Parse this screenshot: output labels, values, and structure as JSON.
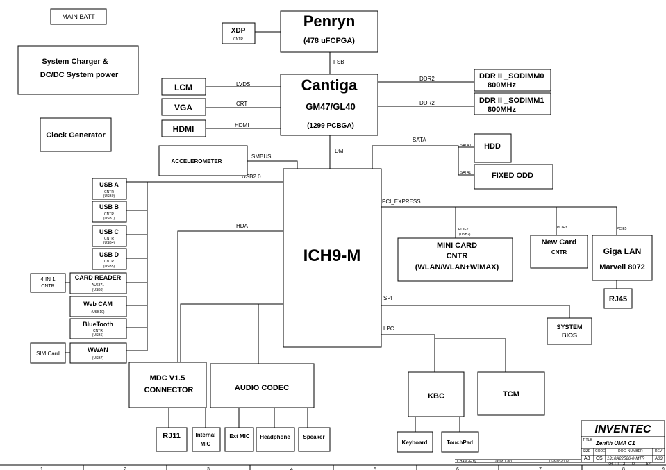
{
  "blocks": {
    "main_batt": "MAIN BATT",
    "charger_1": "System Charger &",
    "charger_2": "DC/DC System power",
    "clock_gen": "Clock Generator",
    "xdp": "XDP",
    "xdp_sub": "CNTR",
    "penryn": "Penryn",
    "penryn_sub": "(478 uFCPGA)",
    "cantiga": "Cantiga",
    "cantiga_2": "GM47/GL40",
    "cantiga_3": "(1299 PCBGA)",
    "lcm": "LCM",
    "vga": "VGA",
    "hdmi": "HDMI",
    "ddr0_1": "DDR II _SODIMM0",
    "ddr0_2": "800MHz",
    "ddr1_1": "DDR II _SODIMM1",
    "ddr1_2": "800MHz",
    "accel": "ACCELEROMETER",
    "hdd": "HDD",
    "fixed_odd": "FIXED ODD",
    "ich": "ICH9-M",
    "usb_a": "USB A",
    "usb_a_s1": "CNTR",
    "usb_a_s2": "(USB0)",
    "usb_b": "USB B",
    "usb_b_s1": "CNTR",
    "usb_b_s2": "(USB1)",
    "usb_c": "USB C",
    "usb_c_s1": "CNTR",
    "usb_c_s2": "(USB4)",
    "usb_d": "USB D",
    "usb_d_s1": "CNTR",
    "usb_d_s2": "(USB5)",
    "in1_1": "4 IN 1",
    "in1_2": "CNTR",
    "card_reader": "CARD READER",
    "card_reader_s1": "AU6371",
    "card_reader_s2": "(USB3)",
    "webcam": "Web CAM",
    "webcam_s": "(USB10)",
    "bt": "BlueTooth",
    "bt_s1": "CNTR",
    "bt_s2": "(USB6)",
    "sim": "SIM Card",
    "wwan": "WWAN",
    "wwan_s": "(USB7)",
    "minicard_1": "MINI CARD",
    "minicard_2": "CNTR",
    "minicard_3": "(WLAN/WLAN+WiMAX)",
    "newcard_1": "New Card",
    "newcard_2": "CNTR",
    "giga_1": "Giga LAN",
    "giga_2": "Marvell 8072",
    "rj45": "RJ45",
    "sysbios_1": "SYSTEM",
    "sysbios_2": "BIOS",
    "mdc_1": "MDC V1.5",
    "mdc_2": "CONNECTOR",
    "audio": "AUDIO CODEC",
    "rj11": "RJ11",
    "intmic_1": "Internal",
    "intmic_2": "MIC",
    "extmic": "Ext MIC",
    "headphone": "Headphone",
    "speaker": "Speaker",
    "kbc": "KBC",
    "tcm": "TCM",
    "keyboard": "Keyboard",
    "touchpad": "TouchPad"
  },
  "signals": {
    "fsb": "FSB",
    "lvds": "LVDS",
    "crt": "CRT",
    "hdmi": "HDMI",
    "ddr2_a": "DDR2",
    "ddr2_b": "DDR2",
    "dmi": "DMI",
    "sata": "SATA",
    "sata0": "SATA0",
    "sata1": "SATA1",
    "smbus": "SMBUS",
    "usb20": "USB2.0",
    "pci_express": "PCI_EXPRESS",
    "pcie2": "PCIE2",
    "pcie2_sub": "(USB2)",
    "pcie3": "PCIE3",
    "pcie5": "PCIE5",
    "hda": "HDA",
    "spi": "SPI",
    "lpc": "LPC"
  },
  "title_block": {
    "company": "INVENTEC",
    "title_label": "TITLE",
    "title": "Zenith UMA C1",
    "size_label": "SIZE",
    "size": "A3",
    "code_label": "CODE",
    "code": "CS",
    "doc_label": "DOC. NUMBER",
    "doc": "1310A22526-0-MTR",
    "rev_label": "REV",
    "rev": "A03",
    "change_label": "CHANGE by",
    "change_by": "Jason Chiu",
    "date": "16-Mar-2009",
    "sheet_label": "SHEET",
    "sheet": "3",
    "of_label": "OF",
    "of": "52"
  },
  "border_numbers": [
    "1",
    "2",
    "3",
    "4",
    "5",
    "6",
    "7",
    "8",
    "9"
  ]
}
